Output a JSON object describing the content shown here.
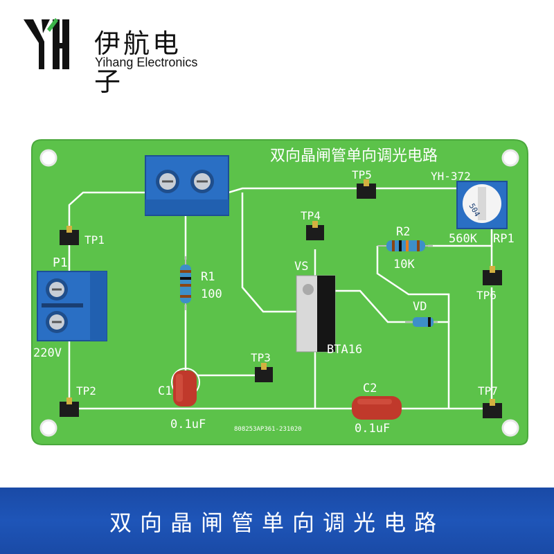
{
  "brand": {
    "name_cn": "伊航电子",
    "name_en": "Yihang Electronics",
    "logo_letter": "YH"
  },
  "board": {
    "title": "双向晶闸管单向调光电路",
    "model": "YH-372",
    "serial": "808253AP361-231020",
    "labels": {
      "p1": "P1",
      "voltage": "220V",
      "tp1": "TP1",
      "tp2": "TP2",
      "tp3": "TP3",
      "tp4": "TP4",
      "tp5": "TP5",
      "tp6": "TP6",
      "tp7": "TP7",
      "r1": "R1",
      "r1_value": "100",
      "r2": "R2",
      "r2_value": "10K",
      "rp1": "RP1",
      "rp1_value": "560K",
      "pot_marking": "504",
      "vs": "VS",
      "triac_part": "BTA16",
      "vd": "VD",
      "c1": "C1",
      "c1_value": "0.1uF",
      "c2": "C2",
      "c2_value": "0.1uF"
    }
  },
  "footer": {
    "title": "双向晶闸管单向调光电路"
  },
  "colors": {
    "pcb": "#5cc24a",
    "trace": "#ffffff",
    "terminal": "#2a6fc4",
    "capacitor": "#c0392b",
    "footer": "#1e55b8"
  }
}
